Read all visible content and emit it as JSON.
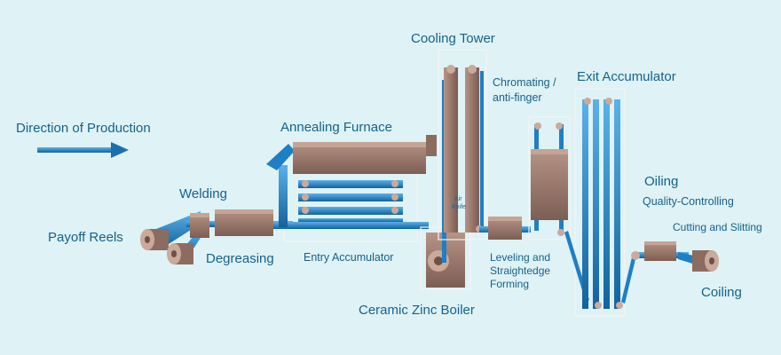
{
  "colors": {
    "background": "#dff2f5",
    "label": "#16628c",
    "strip": "#1f7fc4",
    "equipment": "#9a7a6c",
    "frame": "#f4f4f4"
  },
  "labels": {
    "direction": "Direction of Production",
    "cooling_tower": "Cooling Tower",
    "chromating_1": "Chromating /",
    "chromating_2": "anti-finger",
    "exit_accumulator": "Exit Accumulator",
    "annealing_furnace": "Annealing Furnace",
    "welding": "Welding",
    "payoff_reels": "Payoff Reels",
    "degreasing": "Degreasing",
    "entry_accumulator": "Entry Accumulator",
    "air_knife_1": "Air",
    "air_knife_2": "Knife",
    "ceramic_zinc_boiler": "Ceramic Zinc Boiler",
    "leveling_1": "Leveling and",
    "leveling_2": "Straightedge",
    "leveling_3": "Forming",
    "oiling": "Oiling",
    "quality_controlling": "Quality-Controlling",
    "cutting_slitting": "Cutting and Slitting",
    "coiling": "Coiling"
  }
}
